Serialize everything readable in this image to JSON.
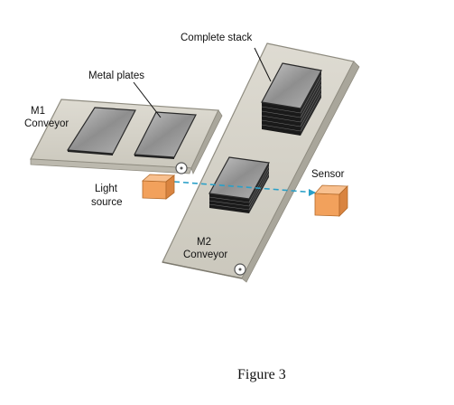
{
  "labels": {
    "complete_stack": "Complete stack",
    "metal_plates": "Metal plates",
    "m1_line1": "M1",
    "m1_line2": "Conveyor",
    "light_line1": "Light",
    "light_line2": "source",
    "sensor": "Sensor",
    "m2_line1": "M2",
    "m2_line2": "Conveyor"
  },
  "caption": "Figure 3",
  "colors": {
    "belt": "#d4d1c7",
    "belt_edge": "#8f8c80",
    "plate_fill": "#9a9a9a",
    "plate_stack_side": "#1a1a1a",
    "box_orange": "#f2a15c",
    "beam": "#2aa0c8"
  }
}
